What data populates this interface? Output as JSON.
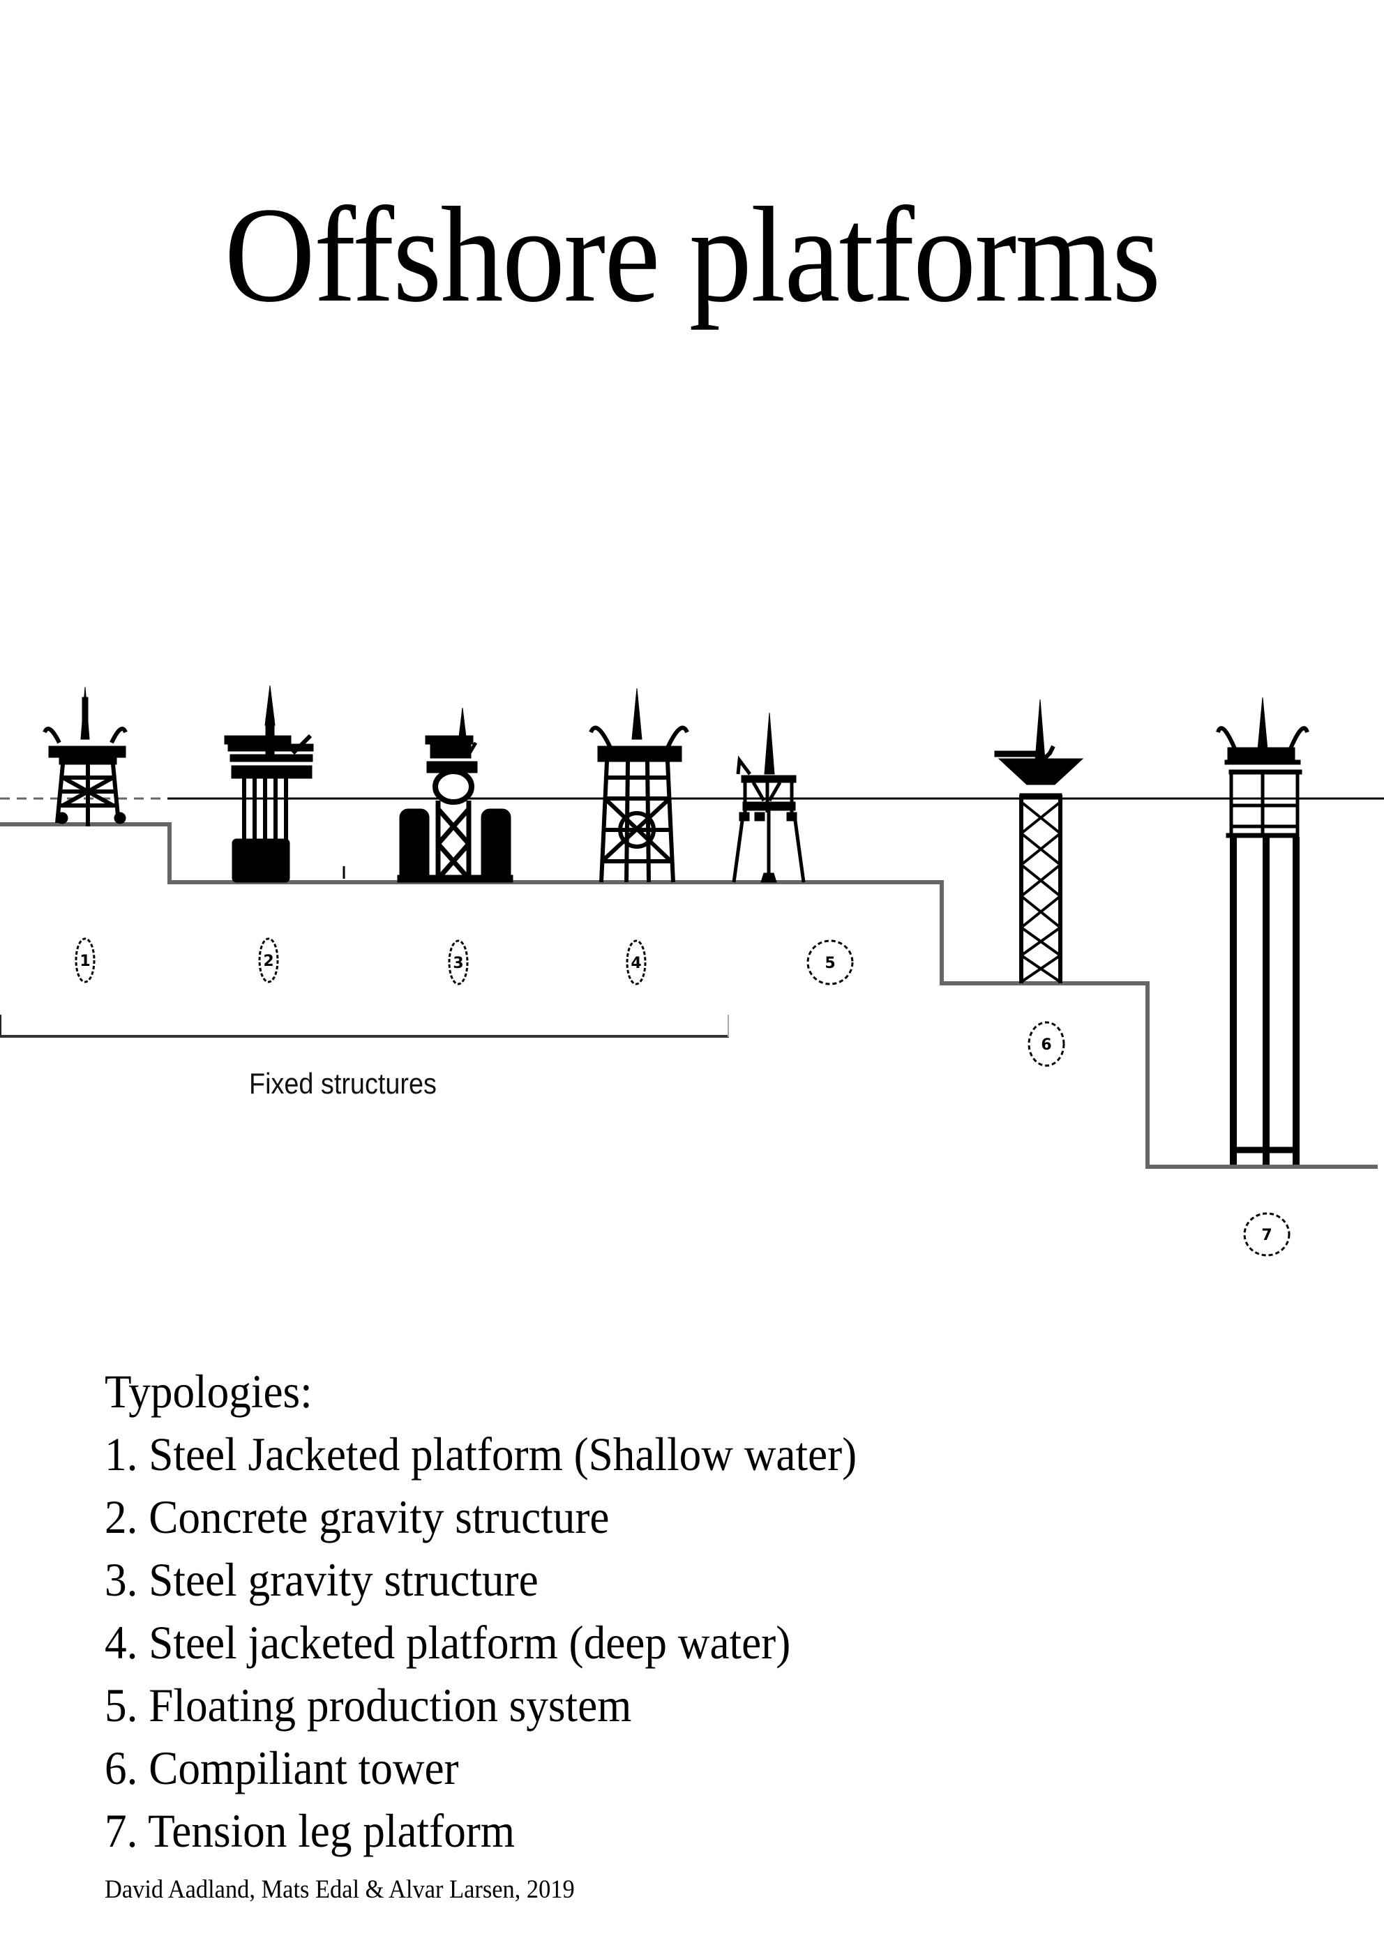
{
  "page": {
    "title": "Offshore platforms"
  },
  "diagram": {
    "platforms": [
      {
        "number": "1",
        "type": "steel-jacket-shallow"
      },
      {
        "number": "2",
        "type": "concrete-gravity"
      },
      {
        "number": "3",
        "type": "steel-gravity"
      },
      {
        "number": "4",
        "type": "steel-jacket-deep"
      },
      {
        "number": "5",
        "type": "floating-production"
      },
      {
        "number": "6",
        "type": "compliant-tower"
      },
      {
        "number": "7",
        "type": "tension-leg"
      }
    ],
    "bracket_label": "Fixed structures",
    "colors": {
      "structure": "#000000",
      "seabed": "#666666",
      "sea_level": "#000000"
    }
  },
  "typologies": {
    "heading": "Typologies:",
    "items": [
      "1. Steel Jacketed platform (Shallow water)",
      "2. Concrete gravity structure",
      "3. Steel gravity structure",
      "4. Steel jacketed platform (deep water)",
      "5. Floating production system",
      "6. Compiliant tower",
      "7. Tension leg platform"
    ]
  },
  "credit": "David Aadland, Mats Edal & Alvar Larsen, 2019"
}
